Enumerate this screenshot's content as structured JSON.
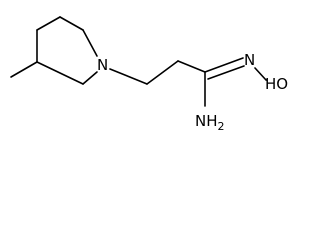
{
  "molecule": {
    "atoms": {
      "ring_nitrogen": "N",
      "oxime_oxygen": "HO",
      "oxime_nitrogen": "N",
      "amine": "NH2"
    }
  },
  "colors": {
    "background": "#ffffff",
    "ink": "#000000"
  }
}
